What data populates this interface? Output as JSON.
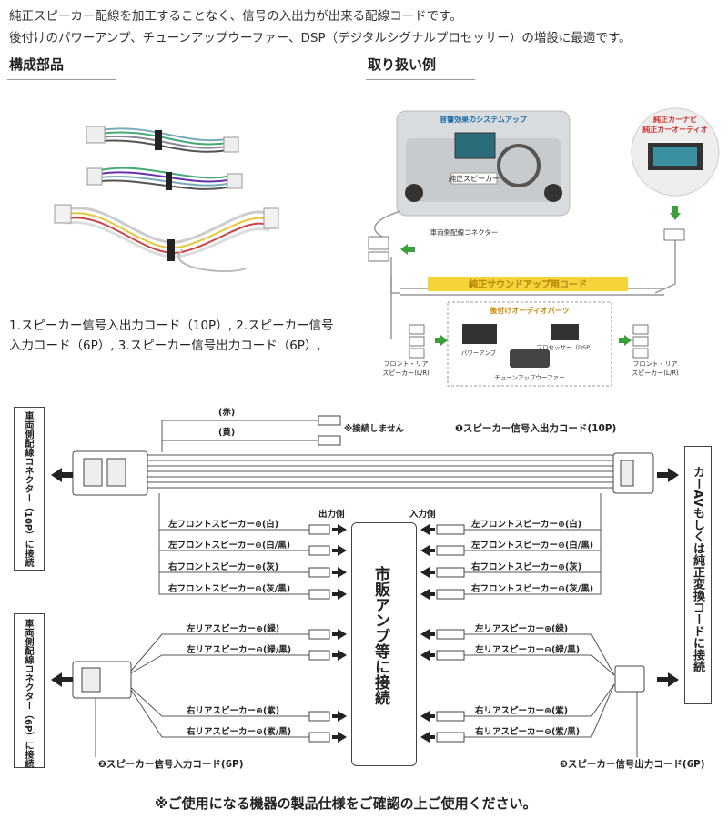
{
  "intro": {
    "line1": "純正スピーカー配線を加工することなく、信号の入出力が出来る配線コードです。",
    "line2": "後付けのパワーアンプ、チューンアップウーファー、DSP（デジタルシグナルプロセッサー）の増設に最適です。"
  },
  "sections": {
    "parts_title": "構成部品",
    "usage_title": "取り扱い例"
  },
  "parts_caption": {
    "line1": "1.スピーカー信号入出力コード（10P）, 2.スピーカー信号",
    "line2": "入力コード（6P）, 3.スピーカー信号出力コード（6P）,"
  },
  "example": {
    "sound_system_up": "音響効果のシステムアップ",
    "oem_speaker": "純正スピーカー",
    "vehicle_connector": "車両側配線コネクター",
    "oem_navi": "純正カーナビ",
    "oem_audio": "純正カーオーディオ",
    "cord_title": "純正サウンドアップ用コード",
    "retrofit_parts": "後付けオーディオパーツ",
    "power_amp": "パワーアンプ",
    "processor": "プロセッサー（DSP）",
    "tuneup_woofer": "チューンアップウーファー",
    "front_rear_l": "フロント・リア",
    "speaker_lr_l": "スピーカー(L/R)",
    "front_rear_r": "フロント・リア",
    "speaker_lr_r": "スピーカー(L/R)"
  },
  "diagram": {
    "left_label_10p": "車両側配線コネクター（10P）に接続",
    "left_label_6p": "車両側配線コネクター（6P）に接続",
    "right_label": "カーAVもしくは純正変換コードに接続",
    "center_label": "市販アンプ等に接続",
    "red": "(赤)",
    "yellow": "(黄)",
    "no_connect": "※接続しません",
    "cord1": "❶スピーカー信号入出力コード(10P)",
    "cord2": "❷スピーカー信号入力コード(6P)",
    "cord3": "❸スピーカー信号出力コード(6P)",
    "output_side": "出力側",
    "input_side": "入力側",
    "front_lines": [
      "左フロントスピーカー⊕(白)",
      "左フロントスピーカー⊖(白/黒)",
      "右フロントスピーカー⊕(灰)",
      "右フロントスピーカー⊖(灰/黒)"
    ],
    "rear_lines_top": [
      "左リアスピーカー⊕(緑)",
      "左リアスピーカー⊖(緑/黒)"
    ],
    "rear_lines_bottom": [
      "右リアスピーカー⊕(紫)",
      "右リアスピーカー⊖(紫/黒)"
    ]
  },
  "footer_note": "※ご使用になる機器の製品仕様をご確認の上ご使用ください。"
}
